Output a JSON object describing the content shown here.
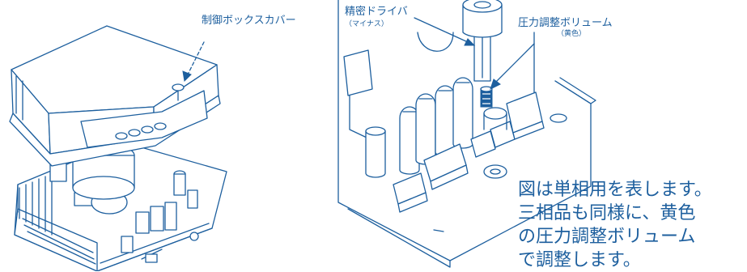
{
  "labels": {
    "cover": "制御ボックスカバー",
    "screwdriver": "精密ドライバ",
    "screwdriver_sub": "（マイナス）",
    "volume": "圧力調整ボリューム",
    "volume_sub": "（黄色）"
  },
  "note_lines": [
    "図は単相用を表します。",
    "三相品も同様に、黄色",
    "の圧力調整ボリューム",
    "で調整します。"
  ],
  "colors": {
    "line": "#1d5f9e",
    "background": "#ffffff"
  }
}
